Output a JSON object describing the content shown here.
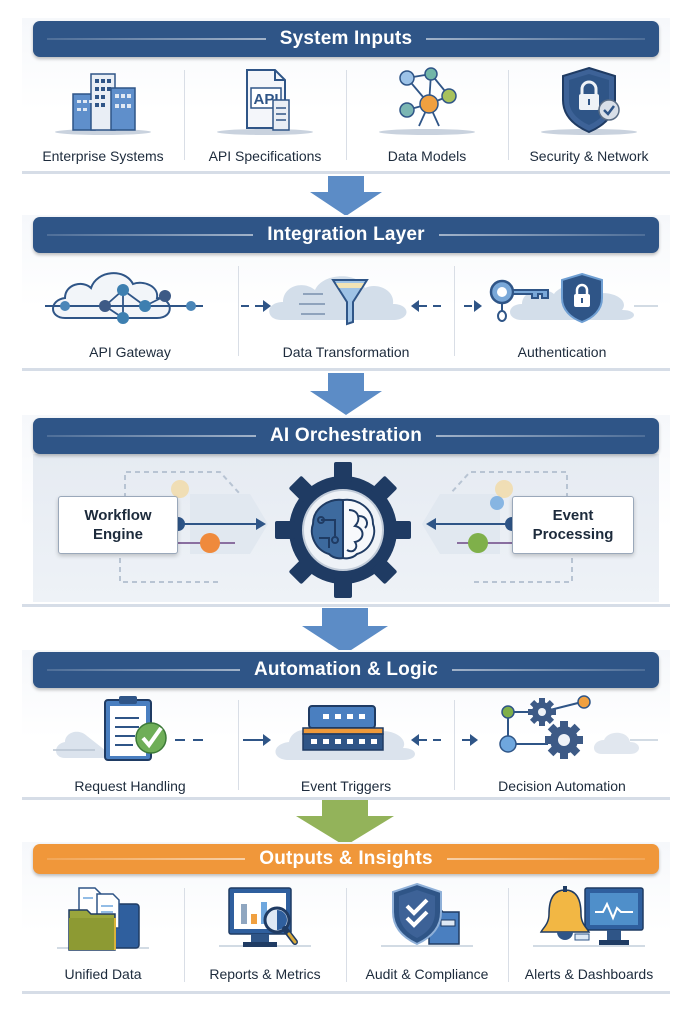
{
  "diagram": {
    "sections": [
      {
        "title": "System Inputs",
        "color": "#2f5587",
        "items": [
          {
            "label": "Enterprise Systems",
            "icon": "buildings-icon"
          },
          {
            "label": "API Specifications",
            "icon": "api-document-icon"
          },
          {
            "label": "Data Models",
            "icon": "network-graph-icon"
          },
          {
            "label": "Security & Network",
            "icon": "shield-lock-icon"
          }
        ]
      },
      {
        "title": "Integration Layer",
        "color": "#2f5587",
        "items": [
          {
            "label": "API Gateway",
            "icon": "cloud-network-icon"
          },
          {
            "label": "Data Transformation",
            "icon": "funnel-icon"
          },
          {
            "label": "Authentication",
            "icon": "key-shield-icon"
          }
        ]
      },
      {
        "title": "AI Orchestration",
        "color": "#2f5587",
        "left_box": {
          "line1": "Workflow",
          "line2": "Engine"
        },
        "right_box": {
          "line1": "Event",
          "line2": "Processing"
        },
        "center_icon": "brain-gear-icon"
      },
      {
        "title": "Automation & Logic",
        "color": "#2f5587",
        "items": [
          {
            "label": "Request Handling",
            "icon": "clipboard-check-icon"
          },
          {
            "label": "Event Triggers",
            "icon": "server-rack-icon"
          },
          {
            "label": "Decision Automation",
            "icon": "gears-nodes-icon"
          }
        ]
      },
      {
        "title": "Outputs & Insights",
        "color": "#f0973a",
        "items": [
          {
            "label": "Unified Data",
            "icon": "folder-documents-icon"
          },
          {
            "label": "Reports & Metrics",
            "icon": "monitor-chart-icon"
          },
          {
            "label": "Audit & Compliance",
            "icon": "shield-check-icon"
          },
          {
            "label": "Alerts & Dashboards",
            "icon": "bell-monitor-icon"
          }
        ]
      }
    ],
    "colors": {
      "navy": "#2f5587",
      "dark_navy": "#1f3b63",
      "light_blue": "#6f9fd3",
      "orange": "#f0973a",
      "green": "#7fb04a",
      "arrow_blue": "#4a7fc0",
      "arrow_green": "#93b35a"
    }
  }
}
